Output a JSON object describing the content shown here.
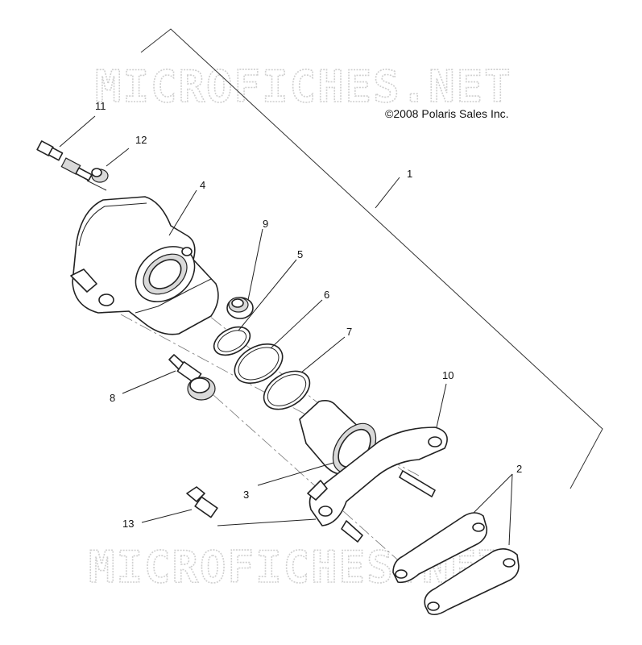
{
  "watermark": {
    "top": "MICROFICHES.NET",
    "bottom": "MICROFICHES.NET"
  },
  "copyright": "©2008 Polaris Sales Inc.",
  "callouts": [
    "1",
    "2",
    "3",
    "4",
    "5",
    "6",
    "7",
    "8",
    "9",
    "10",
    "11",
    "12",
    "13"
  ],
  "parts": [
    {
      "number": "1",
      "part": "caliper-assembly"
    },
    {
      "number": "2",
      "part": "brake-pads"
    },
    {
      "number": "3",
      "part": "piston"
    },
    {
      "number": "4",
      "part": "caliper-body"
    },
    {
      "number": "5",
      "part": "ring-small"
    },
    {
      "number": "6",
      "part": "ring-medium"
    },
    {
      "number": "7",
      "part": "ring-large"
    },
    {
      "number": "8",
      "part": "slide-pin-with-boot"
    },
    {
      "number": "9",
      "part": "boot"
    },
    {
      "number": "10",
      "part": "caliper-bracket"
    },
    {
      "number": "11",
      "part": "bleeder-fitting"
    },
    {
      "number": "12",
      "part": "bleeder-cap"
    },
    {
      "number": "13",
      "part": "bolt"
    }
  ]
}
